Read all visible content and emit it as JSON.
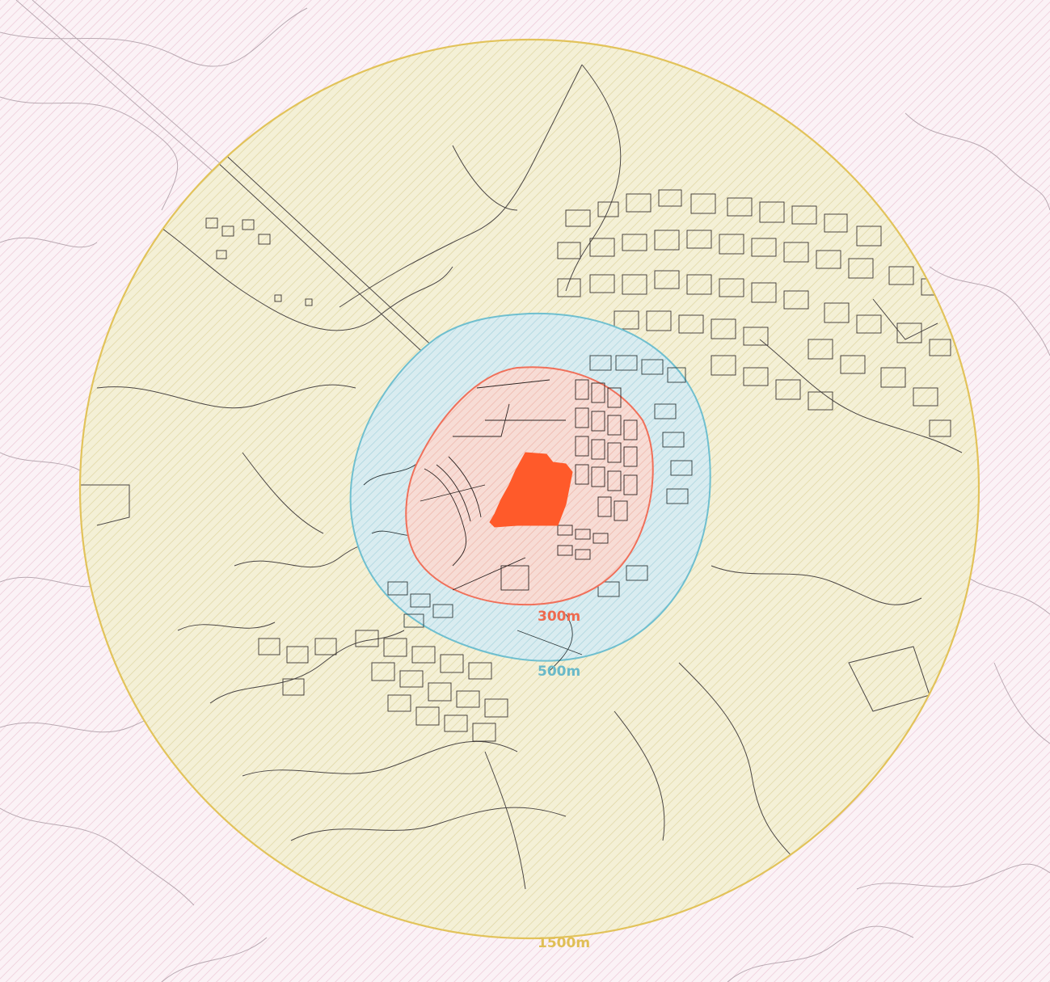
{
  "map": {
    "radius_labels": {
      "r300": "300m",
      "r500": "500m",
      "r1500": "1500m"
    },
    "colors": {
      "background": "#fbf2f6",
      "outer_hatch": "#ecc9d6",
      "zone_1500_fill": "#f3efd3",
      "zone_1500_stroke": "#e2c35a",
      "zone_1500_label": "#e0bf55",
      "zone_500_fill": "#d6ebef",
      "zone_500_stroke": "#6fbfcf",
      "zone_500_label": "#69b9c9",
      "zone_300_fill": "#f6d8d2",
      "zone_300_stroke": "#f0705a",
      "zone_300_label": "#ee6a4f",
      "site": "#ff5a2a",
      "linework": "#4a4544"
    }
  }
}
